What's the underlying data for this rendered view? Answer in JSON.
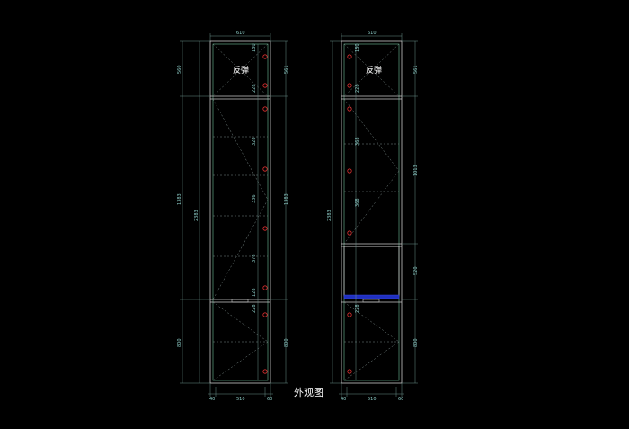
{
  "caption": "外观图",
  "left_cabinet": {
    "top_width": "610",
    "door_label": "反弹",
    "left_dims": [
      "560",
      "1383",
      "800"
    ],
    "left_total": "2383",
    "right_dims": [
      "561",
      "1383",
      "800"
    ],
    "bottom_dims": [
      "40",
      "510",
      "60"
    ],
    "hinge_spacings": [
      "180",
      "228",
      "328",
      "336",
      "378",
      "128",
      "228"
    ]
  },
  "right_cabinet": {
    "top_width": "610",
    "door_label": "反弹",
    "left_total": "2383",
    "right_dims": [
      "561",
      "1013",
      "520",
      "800"
    ],
    "bottom_dims": [
      "40",
      "510",
      "60"
    ],
    "hinge_spacings": [
      "180",
      "228",
      "368",
      "368",
      "228"
    ]
  },
  "colors": {
    "background": "#000000",
    "frame": "#c8c8c8",
    "dimension": "#8ecfc9",
    "hinge": "#e03030",
    "shelf_highlight": "#2030c0"
  }
}
